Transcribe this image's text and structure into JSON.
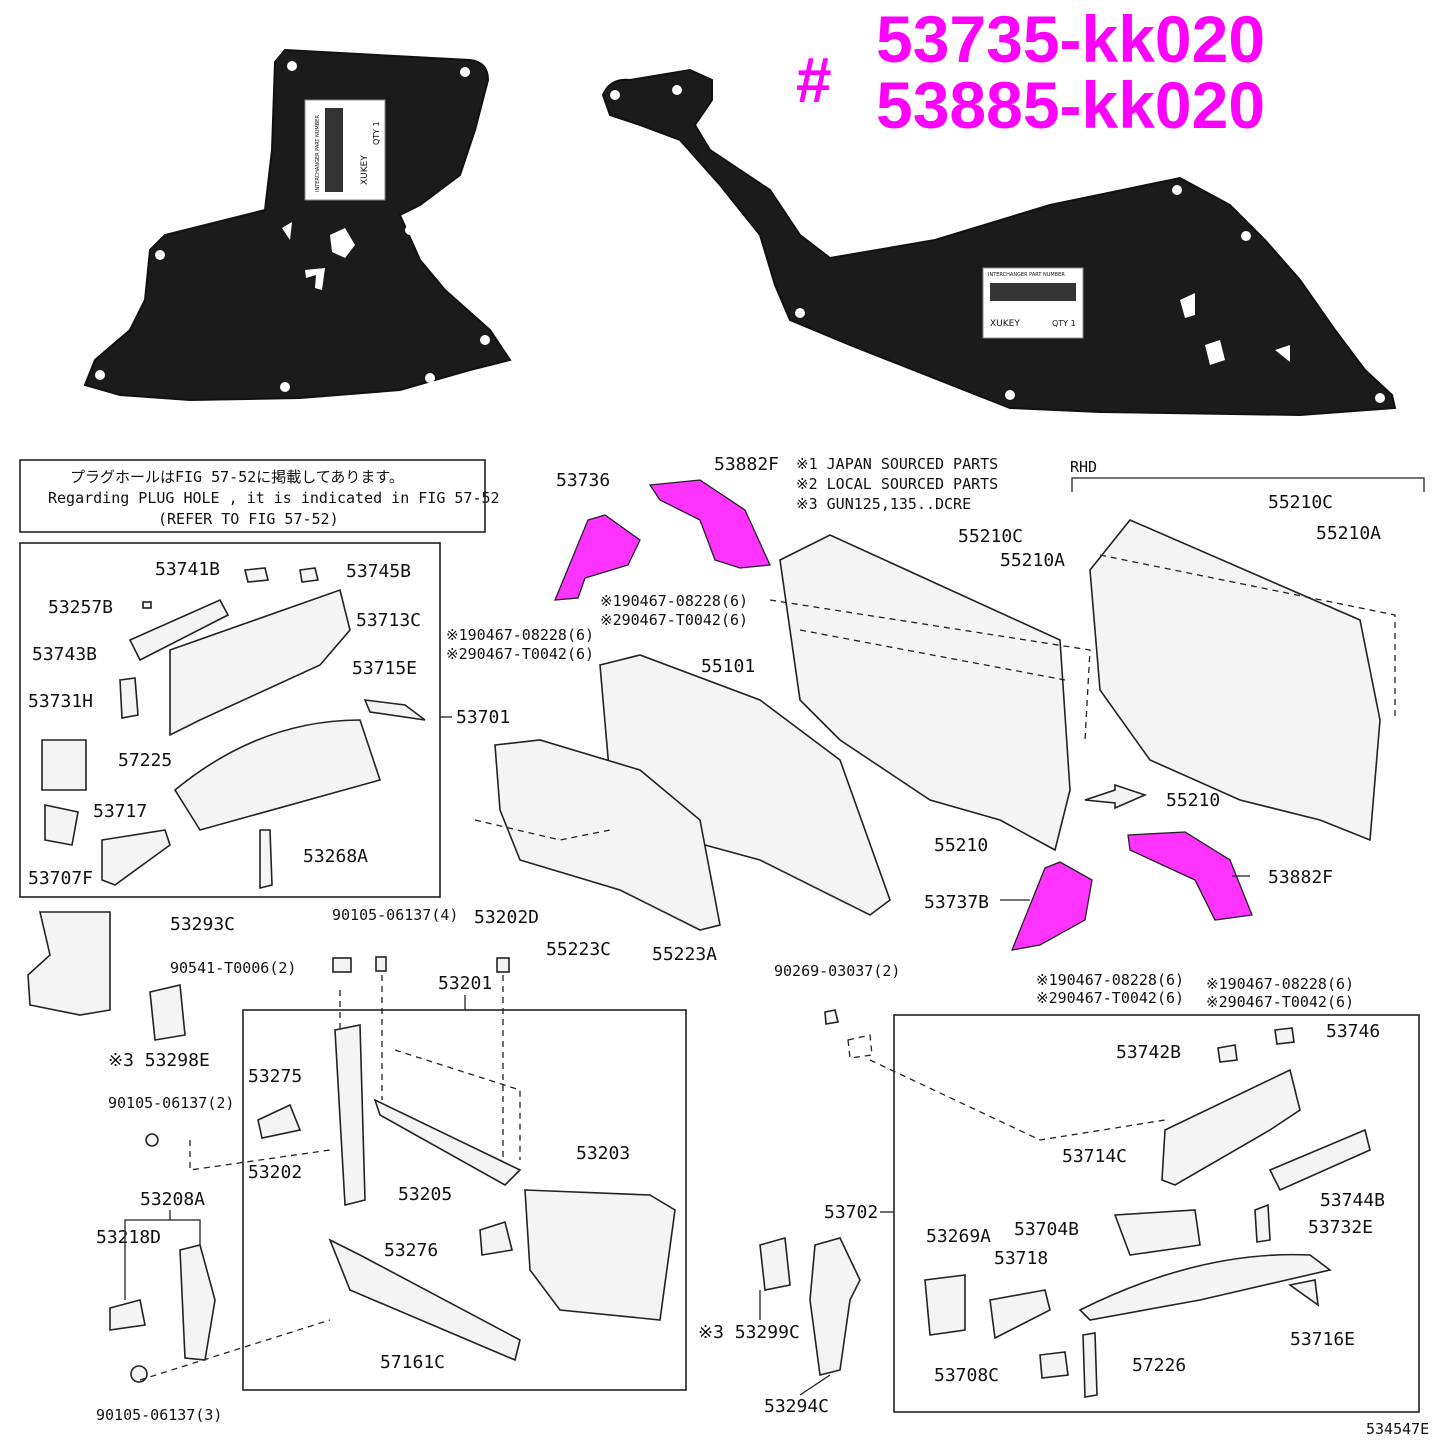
{
  "header": {
    "hash": "#",
    "part_numbers": [
      "53735-kk020",
      "53885-kk020"
    ],
    "color": "#ff00ff"
  },
  "pads": {
    "left_label": {
      "brand": "XUKEY",
      "qty": "QTY 1",
      "title": "INTERCHANGER PART NUMBER"
    },
    "right_label": {
      "brand": "XUKEY",
      "qty": "QTY 1",
      "title": "INTERCHANGER PART NUMBER"
    }
  },
  "notice": {
    "line1": "プラグホールはFIG 57-52に掲載してあります。",
    "line2": "Regarding PLUG HOLE , it is indicated in FIG 57-52",
    "line3": "(REFER TO FIG 57-52)"
  },
  "legend": {
    "line1": "※1 JAPAN SOURCED PARTS",
    "line2": "※2 LOCAL SOURCED PARTS",
    "line3": "※3 GUN125,135..DCRE"
  },
  "rhd": "RHD",
  "labels": {
    "p53736": "53736",
    "p53882F_top": "53882F",
    "fast_a1": "※190467-08228(6)",
    "fast_a2": "※290467-T0042(6)",
    "fast_b1": "※190467-08228(6)",
    "fast_b2": "※290467-T0042(6)",
    "fast_c1": "※190467-08228(6)",
    "fast_c2": "※290467-T0042(6)",
    "fast_d1": "※190467-08228(6)",
    "fast_d2": "※290467-T0042(6)",
    "p55210C_a": "55210C",
    "p55210A_a": "55210A",
    "p55210C_b": "55210C",
    "p55210A_b": "55210A",
    "p55101": "55101",
    "p55210_a": "55210",
    "p55210_b": "55210",
    "p53737B": "53737B",
    "p53882F_bot": "53882F",
    "p55223C": "55223C",
    "p55223A": "55223A",
    "p53741B": "53741B",
    "p53745B": "53745B",
    "p53257B": "53257B",
    "p53713C": "53713C",
    "p53743B": "53743B",
    "p53715E": "53715E",
    "p53731H": "53731H",
    "p53701": "53701",
    "p57225": "57225",
    "p53717": "53717",
    "p53268A": "53268A",
    "p53707F": "53707F",
    "p53293C": "53293C",
    "p90541": "90541-T0006(2)",
    "p53298E": "※3 53298E",
    "p90105_4": "90105-06137(4)",
    "p53202D": "53202D",
    "p53201": "53201",
    "p53275": "53275",
    "p90105_2": "90105-06137(2)",
    "p53202": "53202",
    "p53205": "53205",
    "p53203": "53203",
    "p53208A": "53208A",
    "p53218D": "53218D",
    "p53276": "53276",
    "p57161C": "57161C",
    "p90105_3": "90105-06137(3)",
    "p90269": "90269-03037(2)",
    "p53746": "53746",
    "p53742B": "53742B",
    "p53714C": "53714C",
    "p53744B": "53744B",
    "p53702": "53702",
    "p53269A": "53269A",
    "p53704B": "53704B",
    "p53732E": "53732E",
    "p53718": "53718",
    "p53716E": "53716E",
    "p53299C": "※3 53299C",
    "p53708C": "53708C",
    "p57226": "57226",
    "p53294C": "53294C",
    "fig_id": "534547E"
  }
}
